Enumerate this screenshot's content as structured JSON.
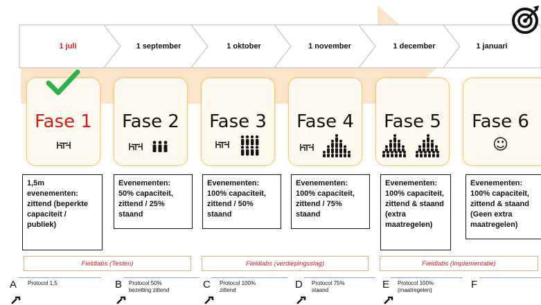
{
  "timeline": {
    "dates": [
      "1 juli",
      "1 september",
      "1 oktober",
      "1 november",
      "1 december",
      "1 januari"
    ],
    "target_icon": "target-with-arrow-icon"
  },
  "phases": [
    {
      "title": "Fase 1",
      "icons": "seated-icon",
      "checked": true
    },
    {
      "title": "Fase 2",
      "icons": "seated-and-standing-group-icon"
    },
    {
      "title": "Fase 3",
      "icons": "seated-and-crowd-icon"
    },
    {
      "title": "Fase 4",
      "icons": "seated-and-large-crowd-icon"
    },
    {
      "title": "Fase 5",
      "icons": "two-large-crowds-icon"
    },
    {
      "title": "Fase 6",
      "icons": "smiley-icon",
      "smiley": "☺"
    }
  ],
  "descriptions": [
    "1,5m evenementen: zittend (beperkte capaciteit / publiek)",
    "Evenementen: 50% capaciteit, zittend / 25% staand",
    "Evenementen: 100% capaciteit, zittend / 50% staand",
    "Evenementen: 100% capaciteit, zittend / 75% staand",
    "Evenementen: 100% capaciteit, zittend & staand (extra maatregelen)",
    "Evenementen: 100% capaciteit, zittend & staand (Geen extra maatregelen)"
  ],
  "fieldlabs": [
    "Fieldlabs (Testen)",
    "Fieldlabs (verdiepingsslag)",
    "Fieldlabs (Implementatie)"
  ],
  "protocols": [
    {
      "letter": "A",
      "text": "Protocol 1,5"
    },
    {
      "letter": "B",
      "text": "Protocol 50%\nbezetting zittend"
    },
    {
      "letter": "C",
      "text": "Protocol 100%\nzittend"
    },
    {
      "letter": "D",
      "text": "Protocol 75%\nstaand"
    },
    {
      "letter": "E",
      "text": "Protocol 100%\n(maatregelen)"
    },
    {
      "letter": "F",
      "text": ""
    }
  ],
  "colors": {
    "accent_red": "#d11a1a",
    "arrow_fill": "#fbe2c4",
    "card_border": "#f0c778",
    "check_green": "#2bb24c"
  }
}
